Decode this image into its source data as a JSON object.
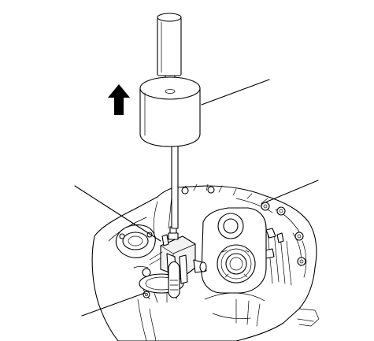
{
  "figure": {
    "type": "technical-illustration",
    "background": "#ffffff",
    "line_color": "#000000",
    "direction_indicator": {
      "icon": "arrow-up-icon",
      "meaning": "pull upward"
    },
    "callout_leaders": 4,
    "labels": []
  }
}
